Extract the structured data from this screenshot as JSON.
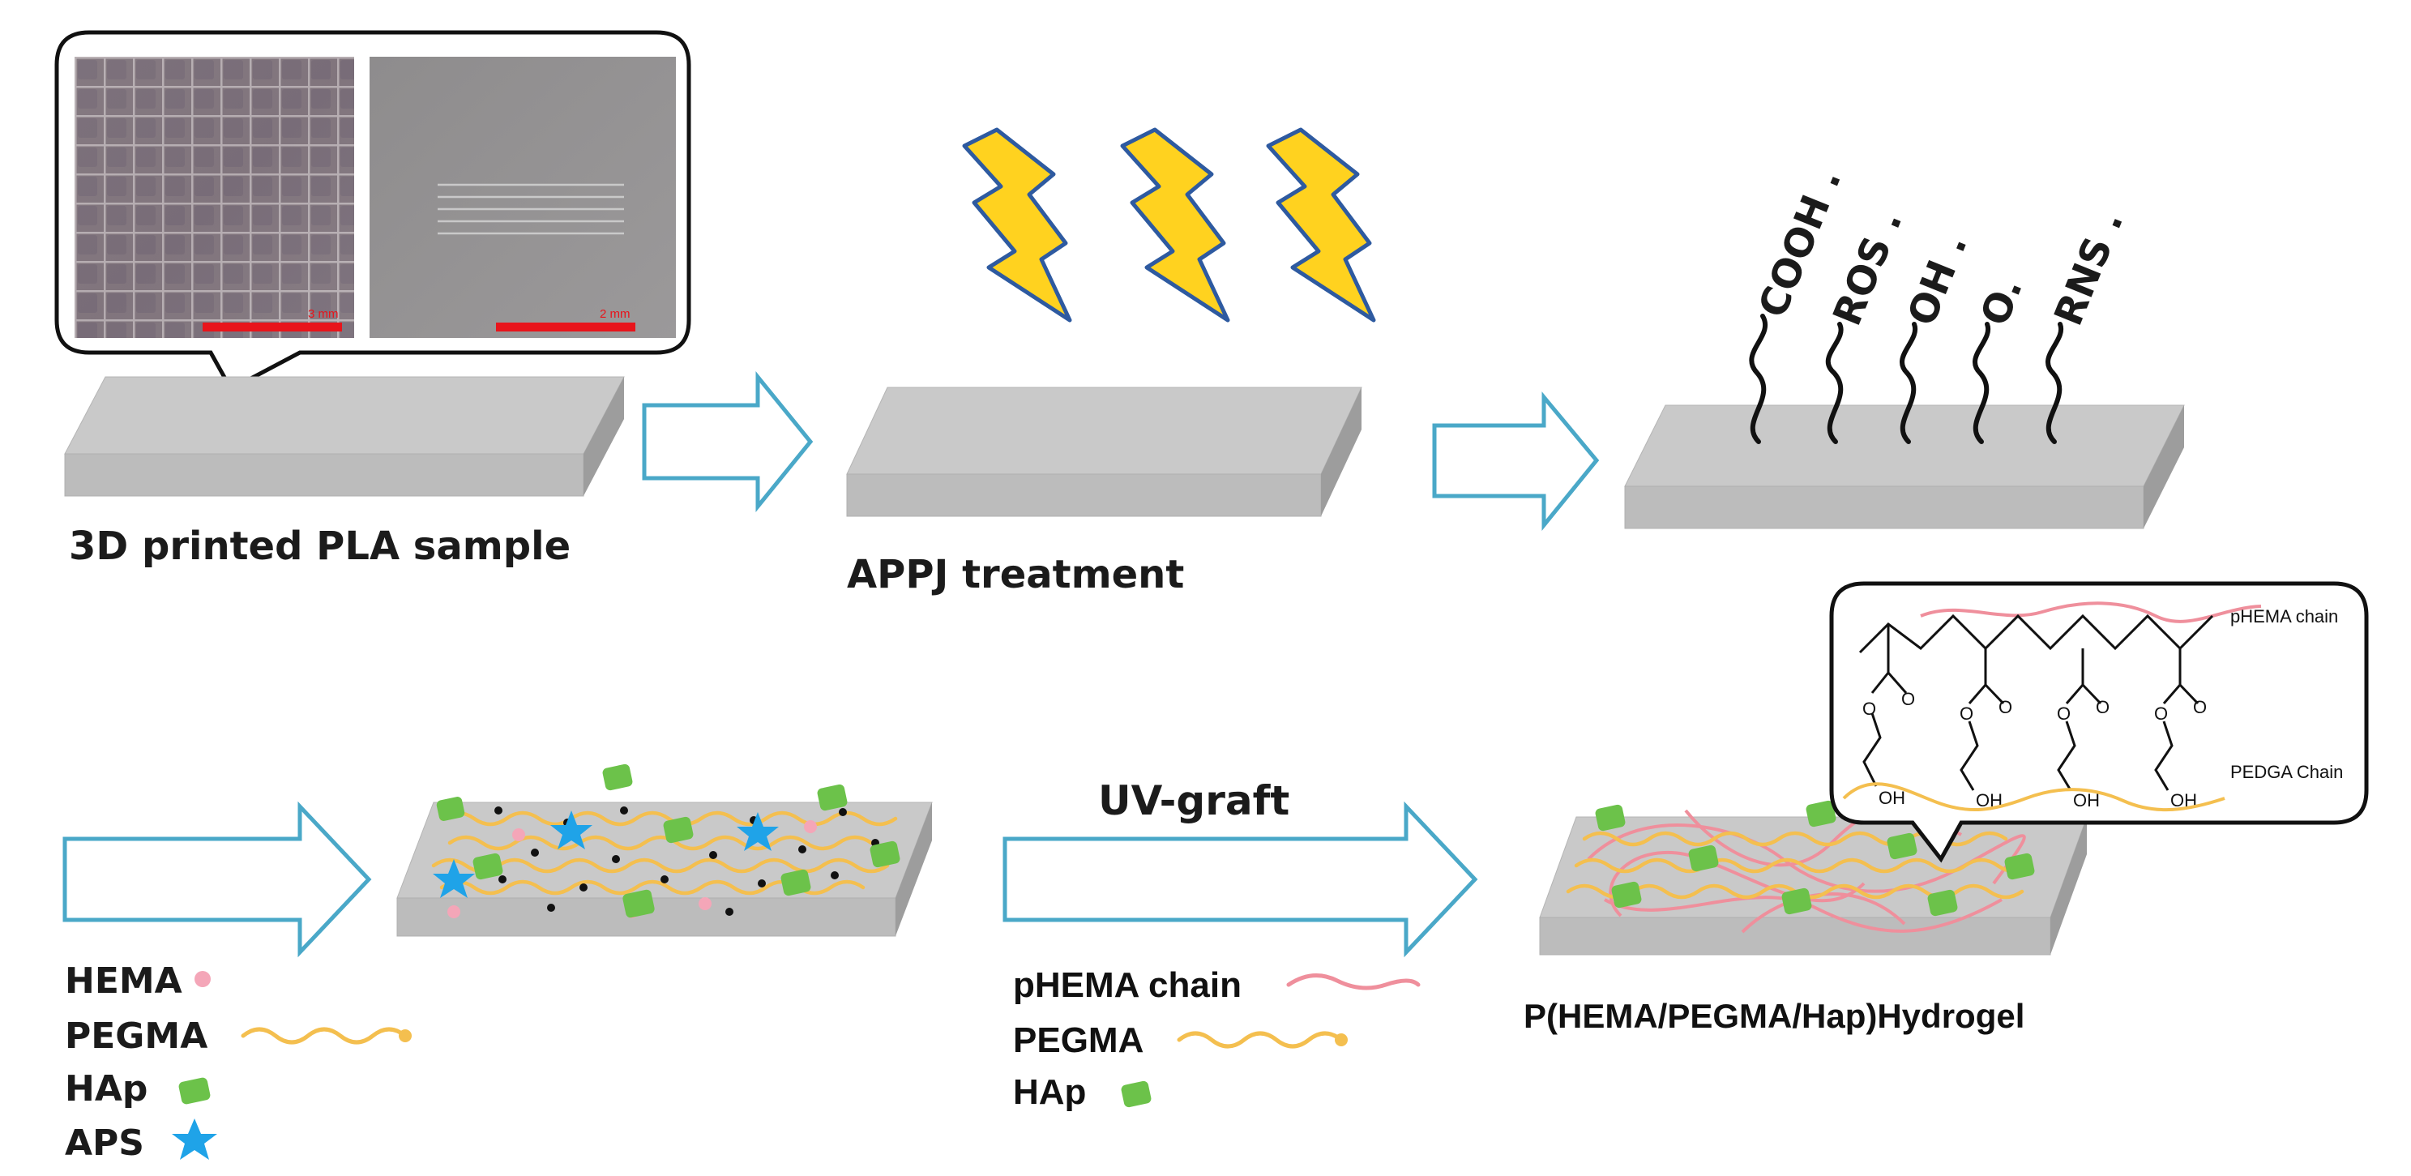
{
  "colors": {
    "slab_top": "#c9c9c9",
    "slab_front": "#bcbcbc",
    "slab_side": "#9d9d9d",
    "arrow_stroke": "#4aa8c8",
    "bolt_fill": "#ffd21f",
    "bolt_stroke": "#2e5aa0",
    "hema_dot": "#f4a6b8",
    "pegma_line": "#f4bf4f",
    "hap_fill": "#6cc24a",
    "aps_star": "#1fa3e8",
    "phema_line": "#ef8f9c",
    "scale_bar": "#e8141b"
  },
  "step1": {
    "label": "3D printed PLA sample",
    "micrograph_left_scale": "3 mm",
    "micrograph_right_scale": "2 mm"
  },
  "step2": {
    "label": "APPJ treatment"
  },
  "step3": {
    "groups": [
      "COOH .",
      "ROS .",
      "OH .",
      "O.",
      "RNS ."
    ]
  },
  "step4": {
    "legend": [
      {
        "name": "HEMA",
        "icon": "pink-dot-icon"
      },
      {
        "name": "PEGMA",
        "icon": "yellow-wave-icon"
      },
      {
        "name": "HAp",
        "icon": "green-square-icon"
      },
      {
        "name": "APS",
        "icon": "blue-star-icon"
      }
    ]
  },
  "step5": {
    "arrow_label": "UV-graft",
    "legend": [
      {
        "name": "pHEMA chain",
        "icon": "pink-wave-icon"
      },
      {
        "name": "PEGMA",
        "icon": "yellow-wave-icon"
      },
      {
        "name": "HAp",
        "icon": "green-square-icon"
      }
    ]
  },
  "step6": {
    "label": "P(HEMA/PEGMA/Hap)Hydrogel",
    "inset": {
      "chain_label_top": "pHEMA chain",
      "chain_label_bottom": "PEDGA Chain",
      "atom_o": "O",
      "atom_oh": "OH"
    }
  }
}
